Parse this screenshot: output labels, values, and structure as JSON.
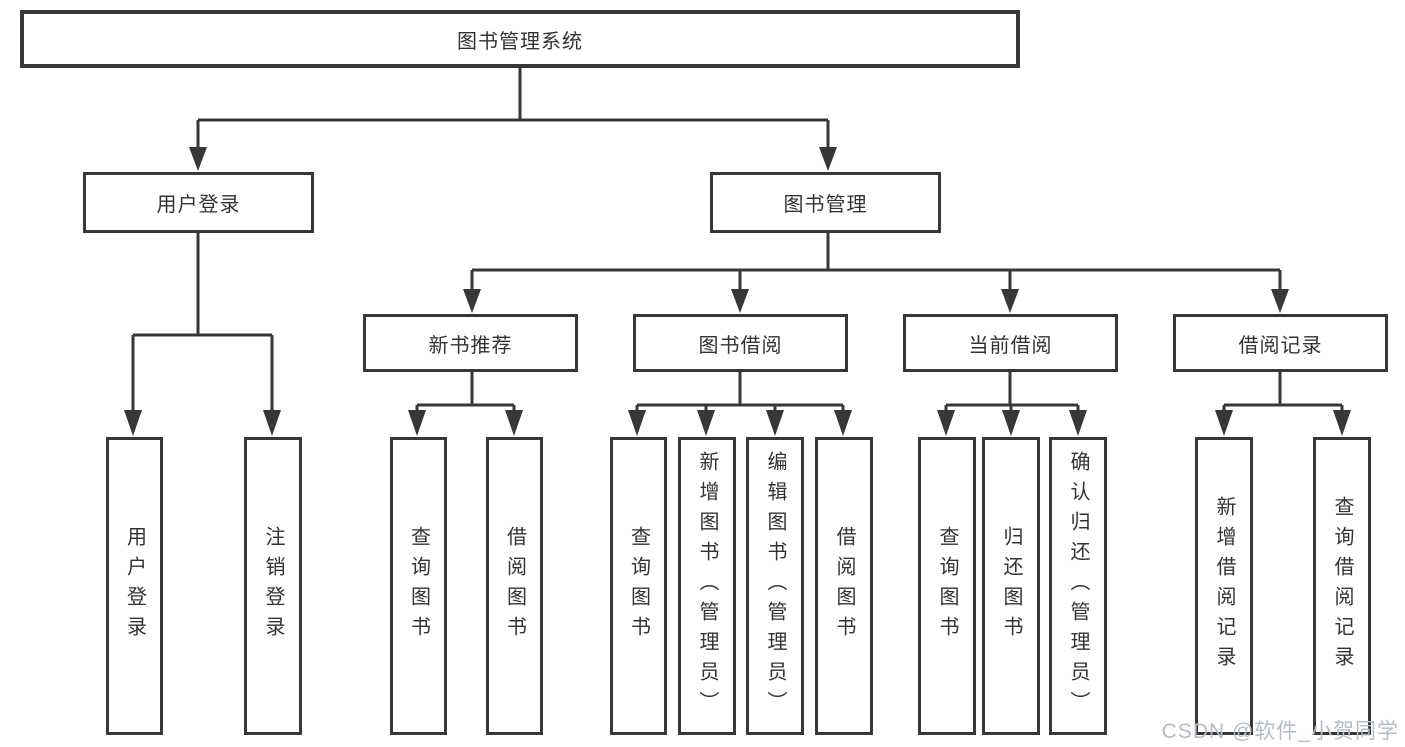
{
  "diagram": {
    "root": "图书管理系统",
    "login_branch": {
      "label": "用户登录",
      "children": [
        "用户登录",
        "注销登录"
      ]
    },
    "mgmt_branch": {
      "label": "图书管理",
      "modules": [
        {
          "label": "新书推荐",
          "children": [
            "查询图书",
            "借阅图书"
          ]
        },
        {
          "label": "图书借阅",
          "children": [
            "查询图书",
            "新增图书（管理员）",
            "编辑图书（管理员）",
            "借阅图书"
          ]
        },
        {
          "label": "当前借阅",
          "children": [
            "查询图书",
            "归还图书",
            "确认归还（管理员）"
          ]
        },
        {
          "label": "借阅记录",
          "children": [
            "新增借阅记录",
            "查询借阅记录"
          ]
        }
      ]
    }
  },
  "watermark": "CSDN @软件_小贺同学",
  "colors": {
    "line": "#373737",
    "text": "#333333",
    "background": "#ffffff",
    "watermark_text": "#b6bcc2"
  }
}
